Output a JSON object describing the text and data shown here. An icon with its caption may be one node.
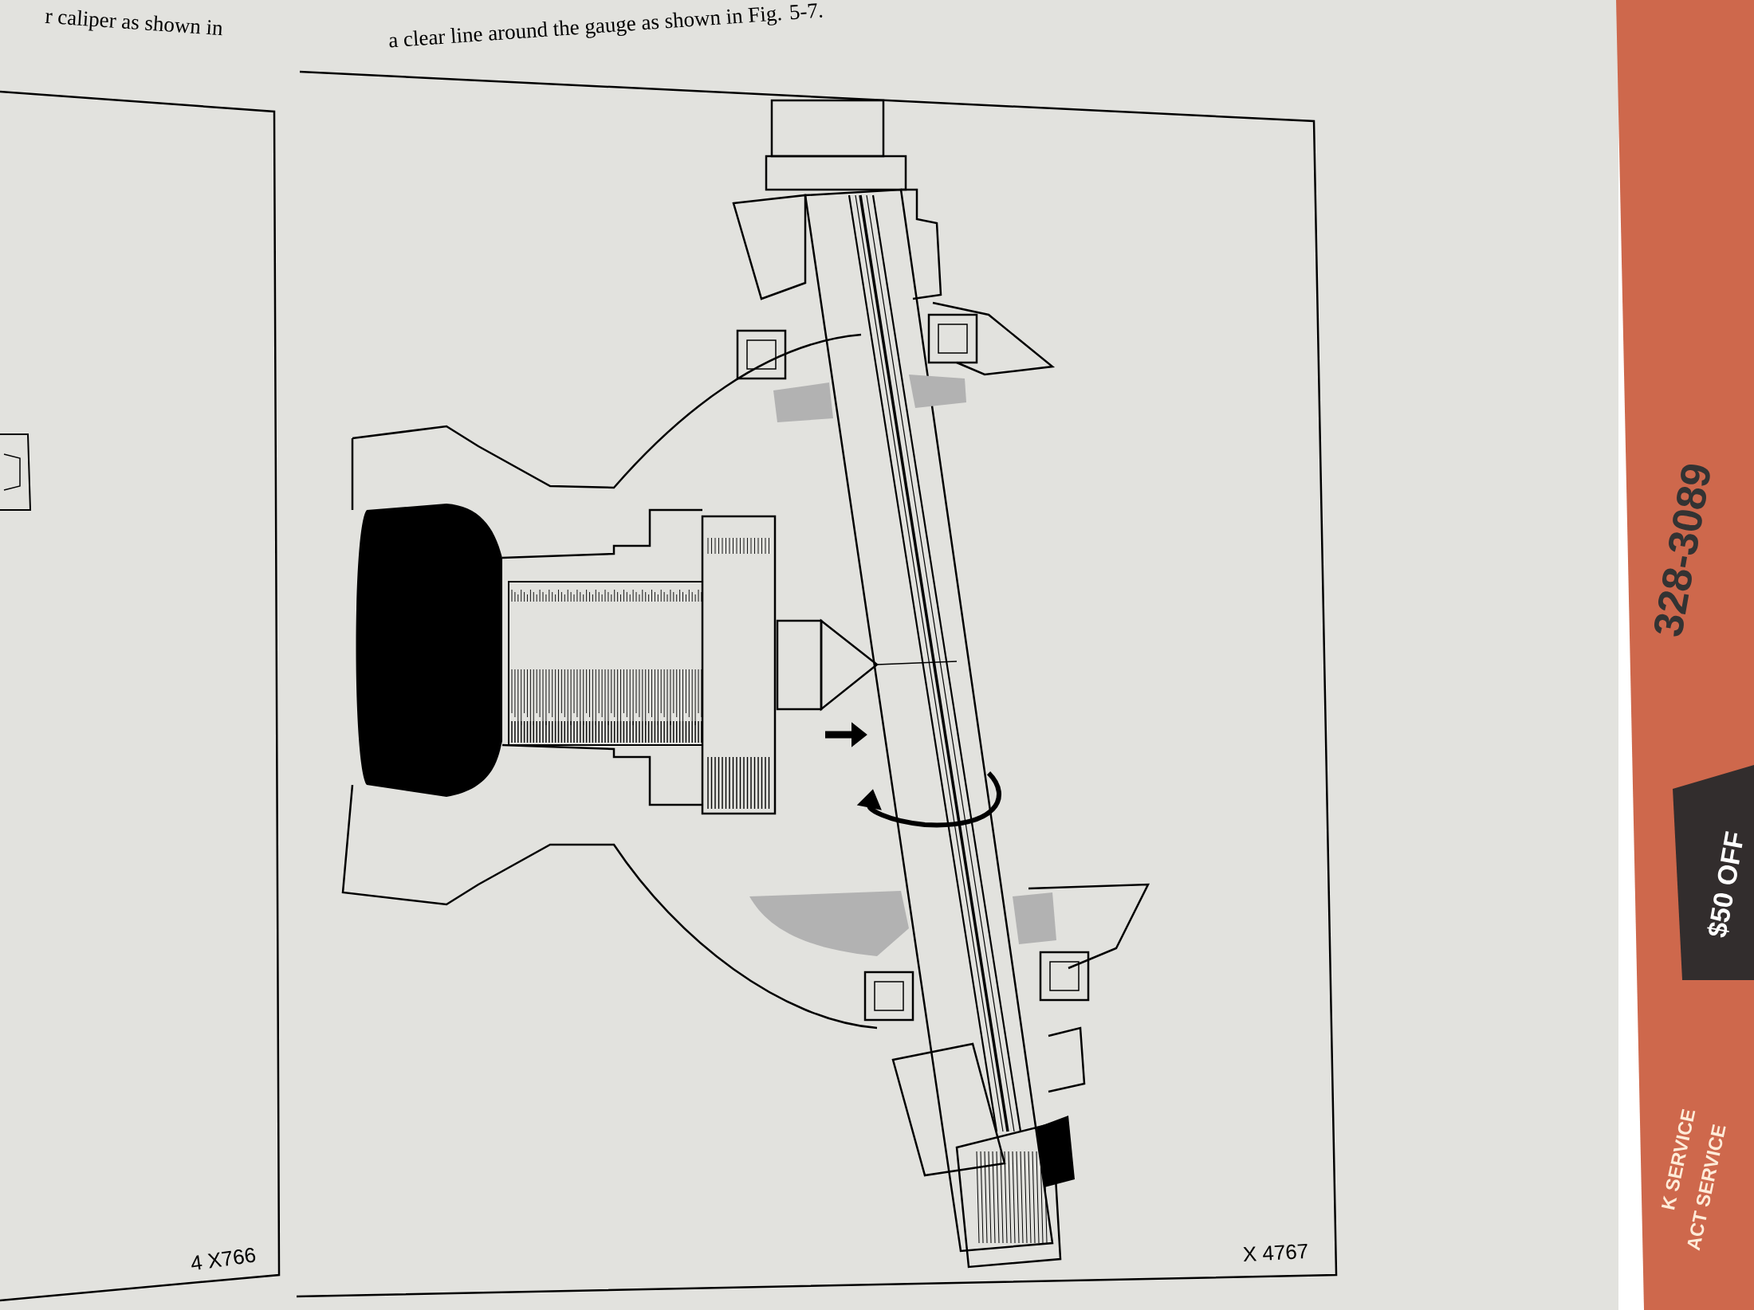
{
  "diagram": {
    "labels": [
      "r caliper as shown in",
      "a clear line around the gauge as shown in Fig. 5-7.",
      "328-3089",
      "$50 OFF",
      "K SERVICE",
      "ACT SERVICE",
      "4 X766",
      "X 4767"
    ]
  }
}
